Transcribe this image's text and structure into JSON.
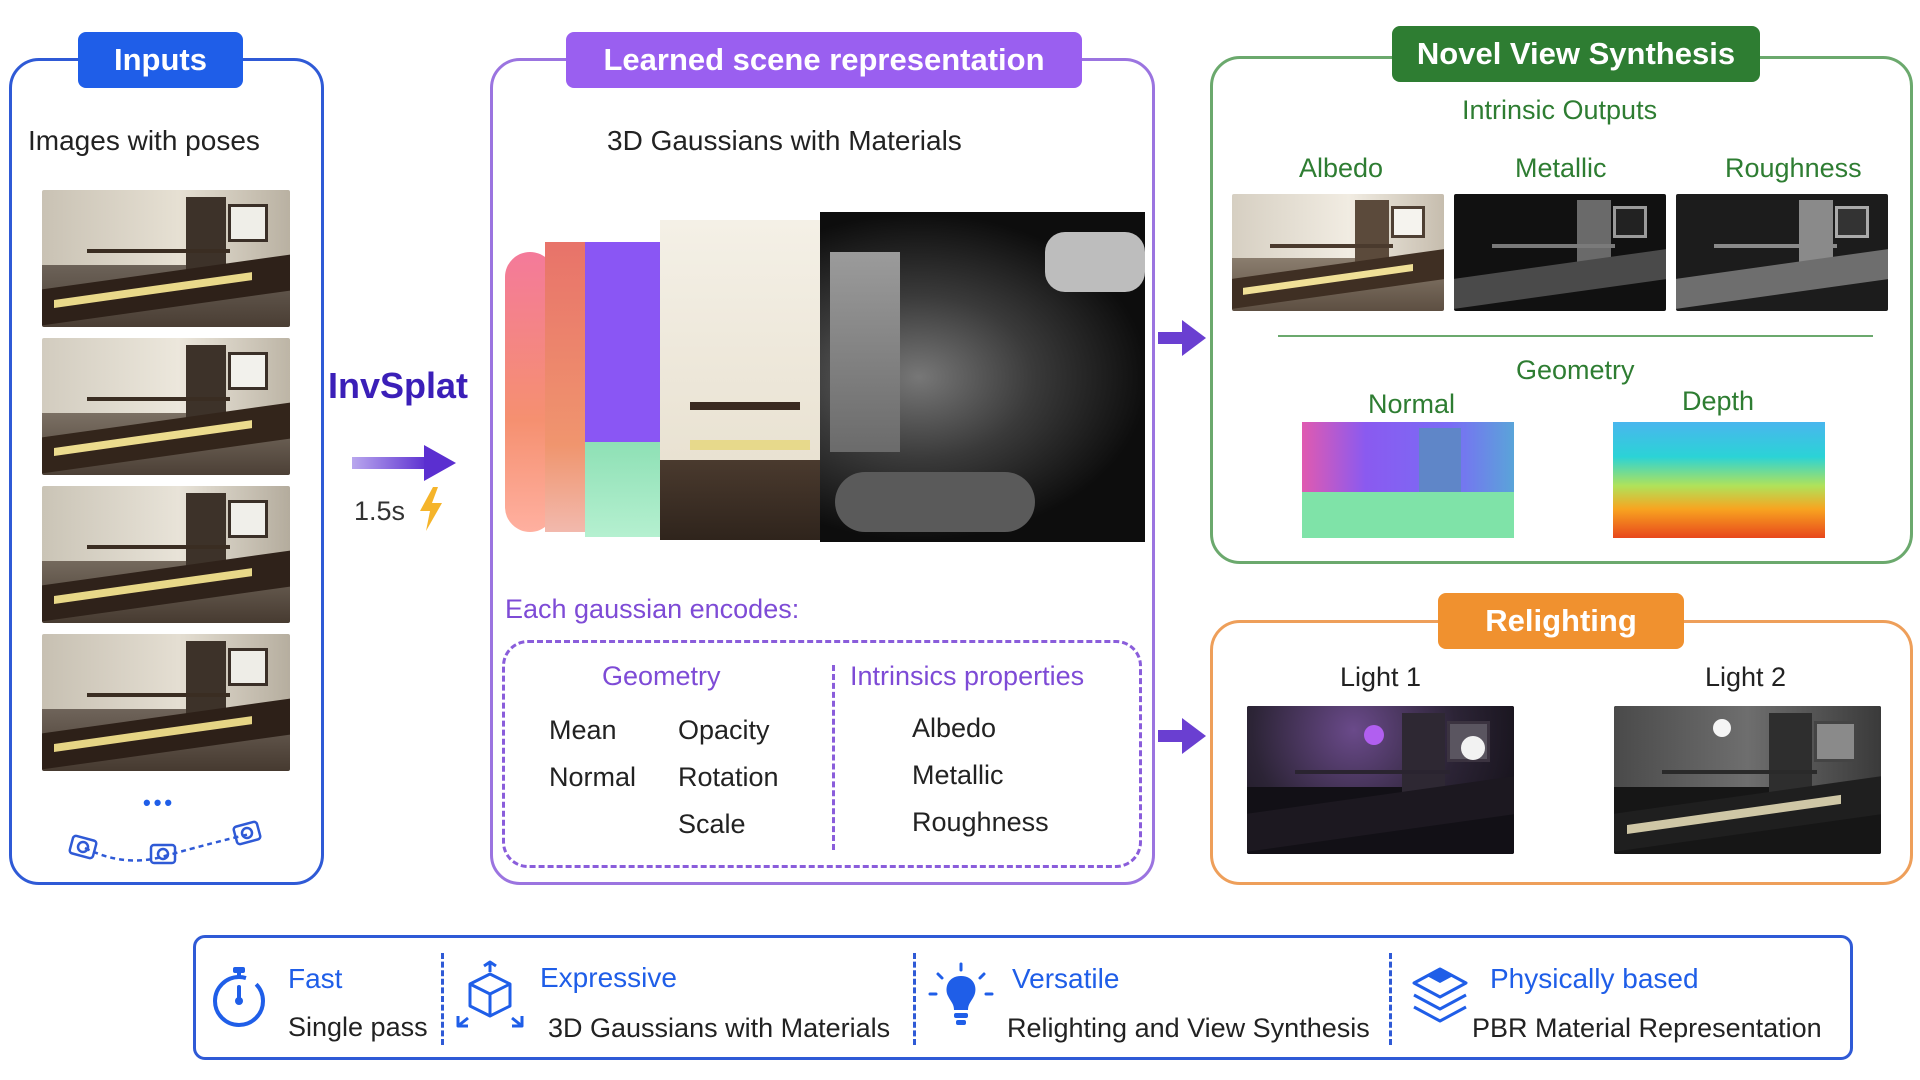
{
  "inputs": {
    "title": "Inputs",
    "subtitle": "Images with poses",
    "ellipsis": "•••"
  },
  "method": {
    "name": "InvSplat",
    "time": "1.5s"
  },
  "scene": {
    "title": "Learned scene representation",
    "subtitle": "3D Gaussians with Materials",
    "encodes_label": "Each gaussian encodes:",
    "geometry_heading": "Geometry",
    "geometry_items": [
      "Mean",
      "Opacity",
      "Normal",
      "Rotation",
      "Scale"
    ],
    "intrinsics_heading": "Intrinsics properties",
    "intrinsics_items": [
      "Albedo",
      "Metallic",
      "Roughness"
    ]
  },
  "nvs": {
    "title": "Novel View Synthesis",
    "intrinsic_heading": "Intrinsic Outputs",
    "intrinsic_labels": [
      "Albedo",
      "Metallic",
      "Roughness"
    ],
    "geometry_heading": "Geometry",
    "geometry_labels": [
      "Normal",
      "Depth"
    ]
  },
  "relighting": {
    "title": "Relighting",
    "labels": [
      "Light 1",
      "Light 2"
    ]
  },
  "features": [
    {
      "title": "Fast",
      "desc": "Single pass",
      "icon": "stopwatch-icon"
    },
    {
      "title": "Expressive",
      "desc": "3D Gaussians with Materials",
      "icon": "cube-icon"
    },
    {
      "title": "Versatile",
      "desc": "Relighting and View Synthesis",
      "icon": "lightbulb-icon"
    },
    {
      "title": "Physically based",
      "desc": "PBR Material Representation",
      "icon": "layers-icon"
    }
  ],
  "colors": {
    "inputs": "#1f5ee8",
    "scene": "#9a5ff0",
    "nvs": "#2e7d32",
    "relighting": "#f0912f",
    "arrow": "#6a3fd1"
  }
}
